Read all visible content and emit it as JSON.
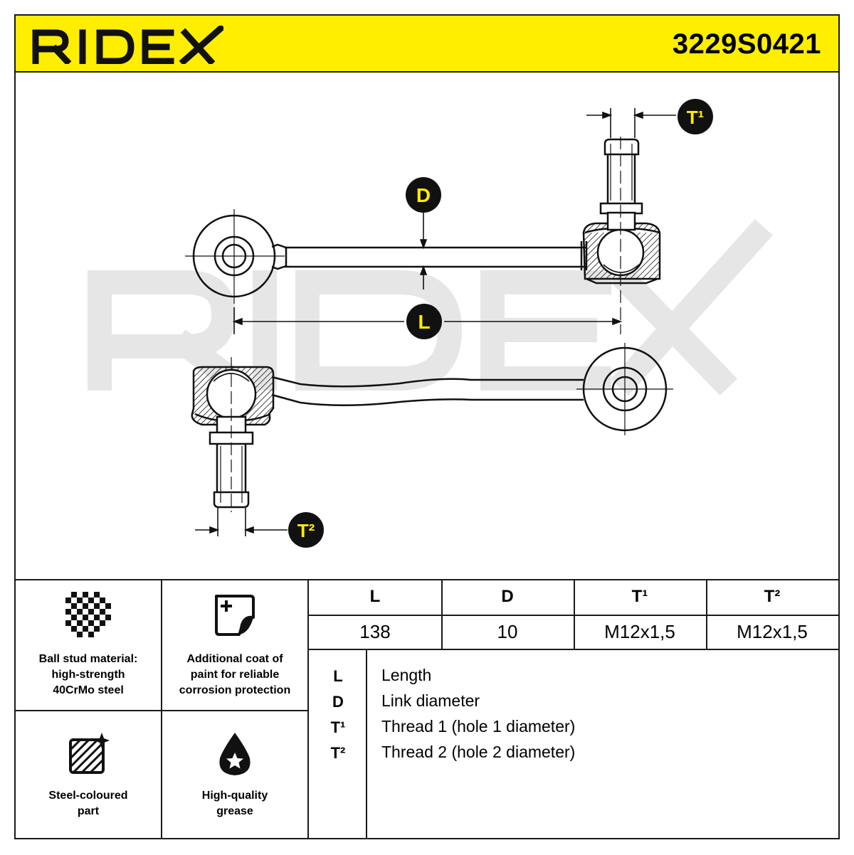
{
  "header": {
    "brand": "RIDEX",
    "part_number": "3229S0421",
    "brand_color": "#ffee00"
  },
  "diagram": {
    "watermark": "RIDEX",
    "callouts": {
      "t1": "T¹",
      "d": "D",
      "l": "L",
      "t2": "T²"
    }
  },
  "features": [
    {
      "icon": "checker-pattern-icon",
      "text": "Ball stud material:\nhigh-strength\n40CrMo steel"
    },
    {
      "icon": "paint-coat-icon",
      "text": "Additional coat of\npaint for reliable\ncorrosion protection"
    },
    {
      "icon": "steel-part-icon",
      "text": "Steel-coloured\npart"
    },
    {
      "icon": "grease-drop-icon",
      "text": "High-quality\ngrease"
    }
  ],
  "specs": {
    "headers": [
      "L",
      "D",
      "T¹",
      "T²"
    ],
    "values": [
      "138",
      "10",
      "M12x1,5",
      "M12x1,5"
    ]
  },
  "legend": [
    {
      "key": "L",
      "label": "Length"
    },
    {
      "key": "D",
      "label": "Link diameter"
    },
    {
      "key": "T¹",
      "label": "Thread 1 (hole 1 diameter)"
    },
    {
      "key": "T²",
      "label": "Thread 2 (hole 2 diameter)"
    }
  ]
}
